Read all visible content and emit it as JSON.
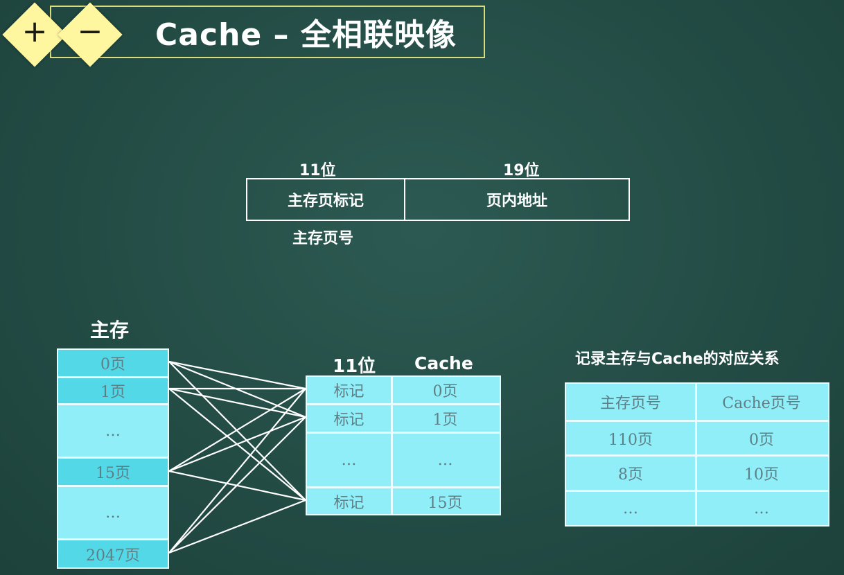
{
  "header": {
    "plus_symbol": "+",
    "minus_symbol": "−",
    "title": "Cache – 全相联映像"
  },
  "address_format": {
    "tag_bits": "11位",
    "offset_bits": "19位",
    "tag_field": "主存页标记",
    "offset_field": "页内地址",
    "below_label": "主存页号"
  },
  "main_memory": {
    "heading": "主存",
    "pages": [
      "0页",
      "1页",
      "…",
      "15页",
      "…",
      "2047页"
    ]
  },
  "cache": {
    "tag_width_label": "11位",
    "heading": "Cache",
    "rows": [
      {
        "tag": "标记",
        "page": "0页"
      },
      {
        "tag": "标记",
        "page": "1页"
      },
      {
        "tag": "…",
        "page": "…"
      },
      {
        "tag": "标记",
        "page": "15页"
      }
    ]
  },
  "mapping_table": {
    "caption": "记录主存与Cache的对应关系",
    "columns": [
      "主存页号",
      "Cache页号"
    ],
    "rows": [
      [
        "110页",
        "0页"
      ],
      [
        "8页",
        "10页"
      ],
      [
        "…",
        "…"
      ]
    ]
  },
  "colors": {
    "background": "#234c45",
    "cell_cyan": "#8feef7",
    "row_highlight": "#52d8e6",
    "title_border": "#d8dc7a",
    "diamond": "#fff7a0"
  }
}
